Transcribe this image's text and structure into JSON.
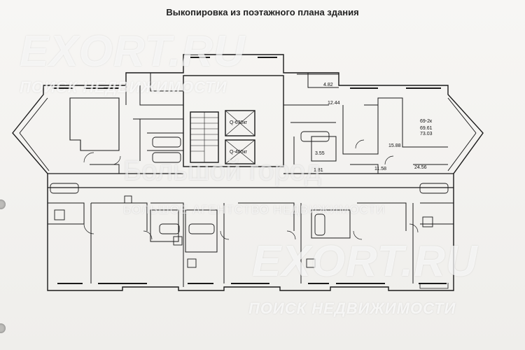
{
  "document": {
    "title": "Выкопировка из поэтажного плана здания"
  },
  "watermarks": {
    "site_top": "EXORT.RU",
    "site_top_sub": "ПОИСК НЕДВИЖИМОСТИ",
    "site_bottom": "EXORT.RU",
    "site_bottom_sub": "ПОИСК НЕДВИЖИМОСТИ",
    "agency": "Большой город",
    "agency_sub": "БОЛЬШОЕ АГЕНТСТВО НЕДВИЖИМОСТИ"
  },
  "plan": {
    "room_areas": {
      "balcony": "4.82",
      "living_room": "12.44",
      "kitchen": "15.88",
      "bathroom": "3.55",
      "wc": "1.81",
      "corridor": "11.58",
      "hall": "24.56"
    },
    "apartment_summary": {
      "type": "69-2к",
      "area_living": "69.61",
      "area_total": "73.03"
    },
    "elevator_labels": {
      "left": "Q-630кг",
      "right": "Q-400кг"
    }
  },
  "colors": {
    "paper": "#f4f3f1",
    "ink": "#1a1a1a",
    "watermark": "#ffffff"
  }
}
